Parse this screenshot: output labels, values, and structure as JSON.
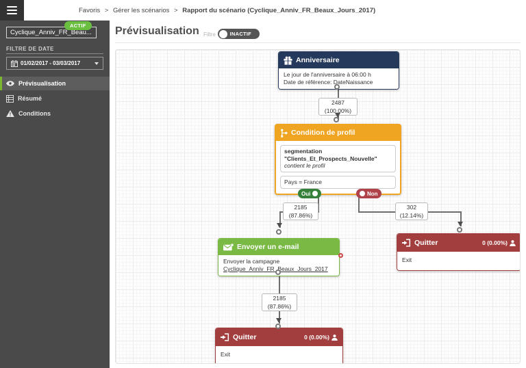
{
  "breadcrumb": {
    "separator": ">",
    "items": [
      "Favoris",
      "Gérer les scénarios",
      "Rapport du scénario (Cyclique_Anniv_FR_Beaux_Jours_2017)"
    ]
  },
  "sidebar": {
    "scenario_name": "Cyclique_Anniv_FR_Beau...",
    "status_badge": "ACTIF",
    "date_filter_label": "FILTRE DE DATE",
    "date_range": "01/02/2017 - 03/03/2017",
    "items": [
      {
        "label": "Prévisualisation"
      },
      {
        "label": "Résumé"
      },
      {
        "label": "Conditions"
      }
    ]
  },
  "main": {
    "title": "Prévisualisation",
    "filter_label": "Filtre",
    "filter_state": "INACTIF"
  },
  "flow": {
    "anniversaire": {
      "title": "Anniversaire",
      "line1": "Le jour de l'anniversaire à 06:00 h",
      "line2": "Date de référence: DateNaissance"
    },
    "root_label": {
      "count": "2487",
      "pct": "(100.00%)"
    },
    "condition": {
      "title": "Condition de profil",
      "segment_bold": "segmentation \"Clients_Et_Prospects_Nouvelle\"",
      "segment_italic": " contient le profil",
      "rule": "Pays =  France",
      "yes": "Oui",
      "no": "Non"
    },
    "yes_label": {
      "count": "2185",
      "pct": "(87.86%)"
    },
    "no_label": {
      "count": "302",
      "pct": "(12.14%)"
    },
    "email": {
      "title": "Envoyer un e-mail",
      "line1": "Envoyer la campagne",
      "campaign_link": "Cyclique_Anniv_FR_Beaux_Jours_2017"
    },
    "email_out_label": {
      "count": "2185",
      "pct": "(87.86%)"
    },
    "quitter_right": {
      "title": "Quitter",
      "count": "0 (0.00%)",
      "body": "Exit"
    },
    "quitter_bottom": {
      "title": "Quitter",
      "count": "0 (0.00%)",
      "body": "Exit"
    }
  },
  "colors": {
    "anniversaire_header": "#24395b",
    "condition_header": "#f0a522",
    "email_header": "#79b944",
    "quit_header": "#a33e3e",
    "yes_pill": "#35803b",
    "no_pill": "#b0434a",
    "active_badge": "#6abf40",
    "sidebar_bg": "#4a4a4a",
    "accent_green": "#7cb82f",
    "toggle_bg": "#555555"
  }
}
